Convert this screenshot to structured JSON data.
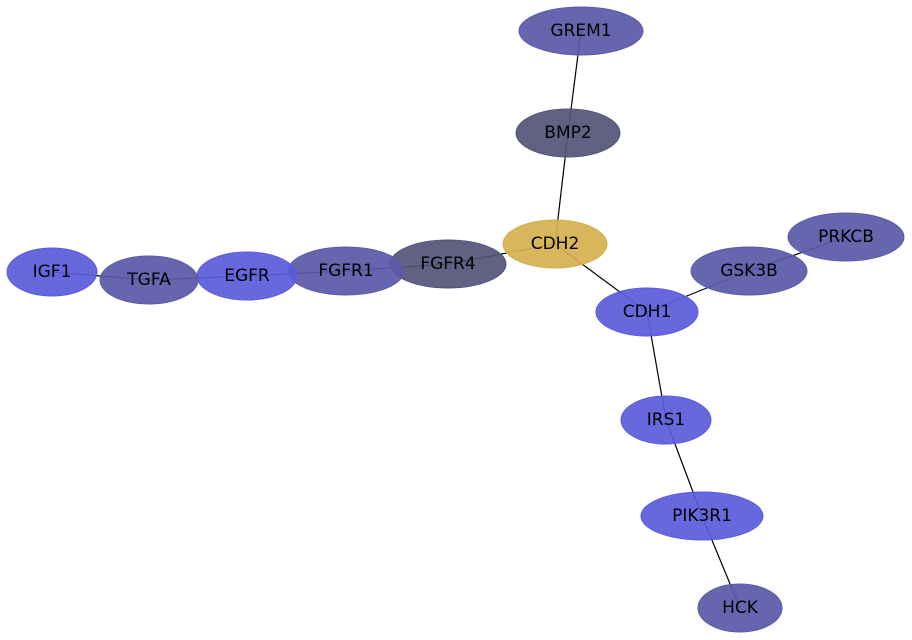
{
  "colors": {
    "blue": "#5b5bdc",
    "slate": "#5a5aa8",
    "dark": "#55557a",
    "gold": "#d4b050"
  },
  "nodes": [
    {
      "id": "GREM1",
      "label": "GREM1",
      "color": "slate"
    },
    {
      "id": "BMP2",
      "label": "BMP2",
      "color": "dark"
    },
    {
      "id": "CDH2",
      "label": "CDH2",
      "color": "gold"
    },
    {
      "id": "FGFR4",
      "label": "FGFR4",
      "color": "dark"
    },
    {
      "id": "FGFR1",
      "label": "FGFR1",
      "color": "slate"
    },
    {
      "id": "EGFR",
      "label": "EGFR",
      "color": "blue"
    },
    {
      "id": "TGFA",
      "label": "TGFA",
      "color": "slate"
    },
    {
      "id": "IGF1",
      "label": "IGF1",
      "color": "blue"
    },
    {
      "id": "PRKCB",
      "label": "PRKCB",
      "color": "slate"
    },
    {
      "id": "GSK3B",
      "label": "GSK3B",
      "color": "slate"
    },
    {
      "id": "CDH1",
      "label": "CDH1",
      "color": "blue"
    },
    {
      "id": "IRS1",
      "label": "IRS1",
      "color": "blue"
    },
    {
      "id": "PIK3R1",
      "label": "PIK3R1",
      "color": "blue"
    },
    {
      "id": "HCK",
      "label": "HCK",
      "color": "slate"
    }
  ],
  "edges": [
    [
      "GREM1",
      "BMP2"
    ],
    [
      "BMP2",
      "CDH2"
    ],
    [
      "CDH2",
      "FGFR4"
    ],
    [
      "FGFR4",
      "FGFR1"
    ],
    [
      "FGFR1",
      "EGFR"
    ],
    [
      "EGFR",
      "TGFA"
    ],
    [
      "TGFA",
      "IGF1"
    ],
    [
      "CDH2",
      "CDH1"
    ],
    [
      "CDH1",
      "GSK3B"
    ],
    [
      "GSK3B",
      "PRKCB"
    ],
    [
      "CDH1",
      "IRS1"
    ],
    [
      "IRS1",
      "PIK3R1"
    ],
    [
      "PIK3R1",
      "HCK"
    ]
  ]
}
